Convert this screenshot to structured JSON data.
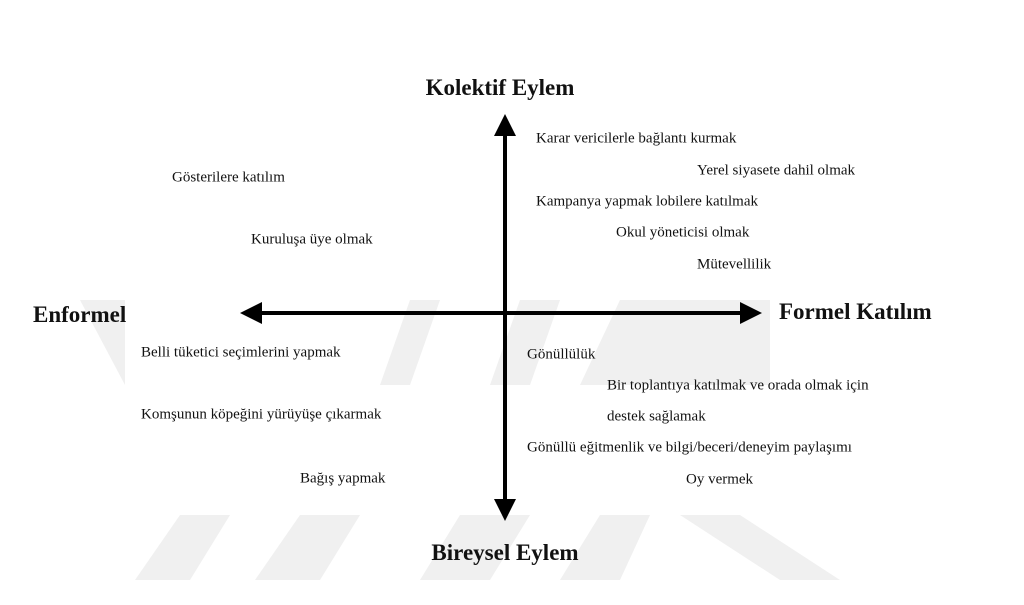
{
  "axes": {
    "top": "Kolektif Eylem",
    "bottom": "Bireysel Eylem",
    "left": "Enformel",
    "right": "Formel Katılım"
  },
  "quadrants": {
    "top_left": [
      "Gösterilere katılım",
      "Kuruluşa üye olmak"
    ],
    "top_right": [
      "Karar vericilerle bağlantı kurmak",
      "Yerel siyasete dahil olmak",
      "Kampanya yapmak lobilere katılmak",
      "Okul yöneticisi olmak",
      "Mütevellilik"
    ],
    "bottom_left": [
      "Belli tüketici seçimlerini yapmak",
      "Komşunun köpeğini yürüyüşe çıkarmak",
      "Bağış yapmak"
    ],
    "bottom_right": [
      "Gönüllülük",
      "Bir toplantıya katılmak ve orada olmak için",
      "destek sağlamak",
      "Gönüllü eğitmenlik ve bilgi/beceri/deneyim paylaşımı",
      "Oy vermek"
    ]
  },
  "colors": {
    "axis": "#000000",
    "watermark": "#efefef"
  }
}
